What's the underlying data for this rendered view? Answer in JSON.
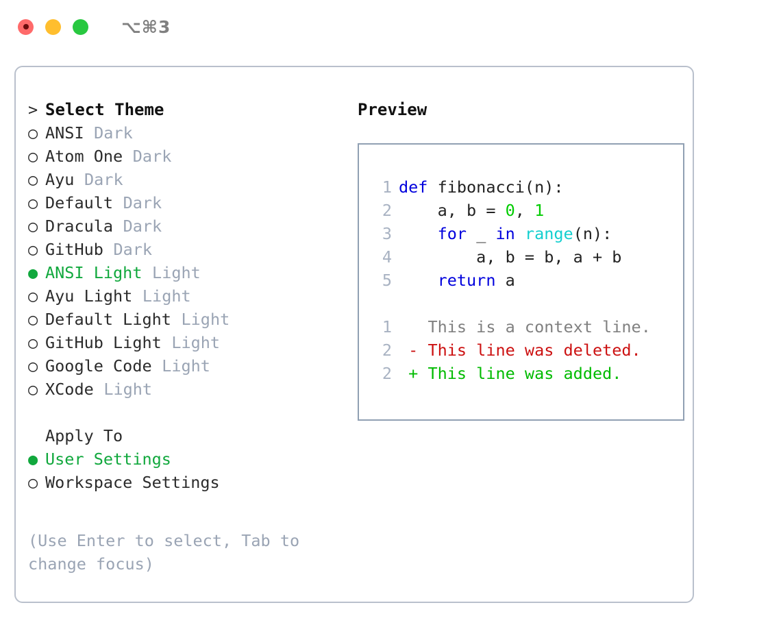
{
  "titlebar": {
    "shortcut": "⌥⌘3",
    "buttons": [
      {
        "name": "close",
        "color": "#ff6a6a"
      },
      {
        "name": "minimize",
        "color": "#ffbe2e"
      },
      {
        "name": "maximize",
        "color": "#28c840"
      }
    ]
  },
  "accent": {
    "selected_green": "#11a83d",
    "muted_tag": "#9aa4b4",
    "panel_border": "#b9c0cc",
    "preview_border": "#90a0b3"
  },
  "theme_list": {
    "heading_marker": ">",
    "heading": "Select Theme",
    "marker_selected": "●",
    "marker_unselected": "○",
    "items": [
      {
        "name": "ANSI",
        "tag": "Dark",
        "selected": false
      },
      {
        "name": "Atom One",
        "tag": "Dark",
        "selected": false
      },
      {
        "name": "Ayu",
        "tag": "Dark",
        "selected": false
      },
      {
        "name": "Default",
        "tag": "Dark",
        "selected": false
      },
      {
        "name": "Dracula",
        "tag": "Dark",
        "selected": false
      },
      {
        "name": "GitHub",
        "tag": "Dark",
        "selected": false
      },
      {
        "name": "ANSI Light",
        "tag": "Light",
        "selected": true
      },
      {
        "name": "Ayu Light",
        "tag": "Light",
        "selected": false
      },
      {
        "name": "Default Light",
        "tag": "Light",
        "selected": false
      },
      {
        "name": "GitHub Light",
        "tag": "Light",
        "selected": false
      },
      {
        "name": "Google Code",
        "tag": "Light",
        "selected": false
      },
      {
        "name": "XCode",
        "tag": "Light",
        "selected": false
      }
    ]
  },
  "apply_to": {
    "heading": "Apply To",
    "items": [
      {
        "name": "User Settings",
        "selected": true
      },
      {
        "name": "Workspace Settings",
        "selected": false
      }
    ]
  },
  "hint": "(Use Enter to select, Tab to change focus)",
  "preview": {
    "title": "Preview",
    "code_lines": [
      {
        "no": "1",
        "tokens": [
          {
            "t": "def ",
            "c": "kw"
          },
          {
            "t": "fibonacci(n):",
            "c": "txt"
          }
        ]
      },
      {
        "no": "2",
        "tokens": [
          {
            "t": "    a, b = ",
            "c": "txt"
          },
          {
            "t": "0",
            "c": "num"
          },
          {
            "t": ", ",
            "c": "txt"
          },
          {
            "t": "1",
            "c": "num"
          }
        ]
      },
      {
        "no": "3",
        "tokens": [
          {
            "t": "    ",
            "c": "txt"
          },
          {
            "t": "for",
            "c": "kw"
          },
          {
            "t": " _ ",
            "c": "txt"
          },
          {
            "t": "in",
            "c": "kw"
          },
          {
            "t": " ",
            "c": "txt"
          },
          {
            "t": "range",
            "c": "fn"
          },
          {
            "t": "(n):",
            "c": "txt"
          }
        ]
      },
      {
        "no": "4",
        "tokens": [
          {
            "t": "        a, b = b, a + b",
            "c": "txt"
          }
        ]
      },
      {
        "no": "5",
        "tokens": [
          {
            "t": "    ",
            "c": "txt"
          },
          {
            "t": "return",
            "c": "kw"
          },
          {
            "t": " a",
            "c": "txt"
          }
        ]
      }
    ],
    "diff_lines": [
      {
        "no": "1",
        "sign": " ",
        "text": "This is a context line.",
        "kind": "ctx"
      },
      {
        "no": "2",
        "sign": "-",
        "text": "This line was deleted.",
        "kind": "del"
      },
      {
        "no": "2",
        "sign": "+",
        "text": "This line was added.",
        "kind": "add"
      }
    ]
  }
}
